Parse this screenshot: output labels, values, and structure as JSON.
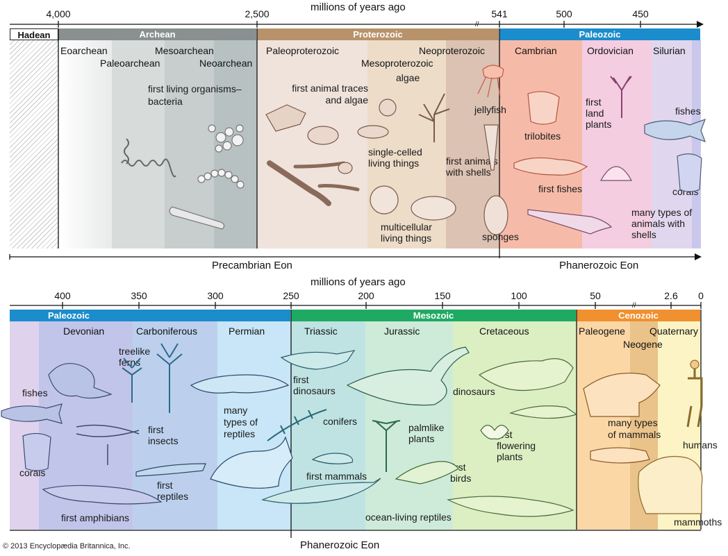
{
  "colors": {
    "hadean": "#ffffff",
    "archean": "#8a8f8f",
    "proterozoic": "#b8926a",
    "paleozoic": "#1b8ccc",
    "mesozoic": "#1faa63",
    "cenozoic": "#f0902e",
    "eoarchean": "#f0f0f0",
    "paleoarchean": "#d7dcdb",
    "mesoarchean": "#c7cecd",
    "neoarchean": "#b8c1c1",
    "paleoproterozoic": "#efe3dc",
    "mesoproterozoic": "#ecdcc8",
    "neoproterozoic": "#dcc2b2",
    "cambrian": "#f6bba8",
    "ordovician": "#f4cde0",
    "silurian": "#e0d7ee",
    "silurian_edge": "#c9c8ec",
    "devonian_edge": "#dfd2ec",
    "devonian": "#c2c5ea",
    "carboniferous": "#bcd0ee",
    "permian": "#c8e6f7",
    "triassic": "#bfe3e3",
    "jurassic": "#cdebd8",
    "cretaceous": "#dcefc3",
    "paleogene": "#fcd7a6",
    "neogene": "#e9c389",
    "quaternary": "#fcf4c4",
    "art": "#5c6a7a"
  },
  "top": {
    "axis_title": "millions of years ago",
    "ticks": [
      {
        "label": "4,000"
      },
      {
        "label": "2,500"
      },
      {
        "label": "541"
      },
      {
        "label": "500"
      },
      {
        "label": "450"
      }
    ],
    "eons": [
      {
        "label": "Hadean"
      },
      {
        "label": "Archean"
      },
      {
        "label": "Proterozoic"
      },
      {
        "label": "Paleozoic"
      }
    ],
    "eras": {
      "eoarchean": "Eoarchean",
      "paleoarchean": "Paleoarchean",
      "mesoarchean": "Mesoarchean",
      "neoarchean": "Neoarchean",
      "paleoproterozoic": "Paleoproterozoic",
      "mesoproterozoic": "Mesoproterozoic",
      "neoproterozoic": "Neoproterozoic",
      "cambrian": "Cambrian",
      "ordovician": "Ordovician",
      "silurian": "Silurian"
    },
    "life": {
      "bacteria": "first living organisms–bacteria",
      "animal_traces": "first animal traces and algae",
      "algae": "algae",
      "single_celled": "single-celled living things",
      "multicellular": "multicellular living things",
      "jellyfish": "jellyfish",
      "first_shells": "first animals with shells",
      "sponges": "sponges",
      "trilobites": "trilobites",
      "first_fishes": "first fishes",
      "land_plants": "first land plants",
      "fishes": "fishes",
      "corals": "corals",
      "many_shells": "many types of animals with shells"
    },
    "bottom_eons": {
      "precambrian": "Precambrian Eon",
      "phanerozoic": "Phanerozoic  Eon"
    }
  },
  "bottom": {
    "axis_title": "millions of years ago",
    "ticks": [
      {
        "label": "400"
      },
      {
        "label": "350"
      },
      {
        "label": "300"
      },
      {
        "label": "250"
      },
      {
        "label": "200"
      },
      {
        "label": "150"
      },
      {
        "label": "100"
      },
      {
        "label": "50"
      },
      {
        "label": "2.6"
      },
      {
        "label": "0"
      }
    ],
    "eras": [
      {
        "label": "Paleozoic"
      },
      {
        "label": "Mesozoic"
      },
      {
        "label": "Cenozoic"
      }
    ],
    "periods": {
      "devonian": "Devonian",
      "carboniferous": "Carboniferous",
      "permian": "Permian",
      "triassic": "Triassic",
      "jurassic": "Jurassic",
      "cretaceous": "Cretaceous",
      "paleogene": "Paleogene",
      "neogene": "Neogene",
      "quaternary": "Quaternary"
    },
    "life": {
      "fishes": "fishes",
      "corals": "corals",
      "first_amphibians": "first amphibians",
      "treelike_ferns": "treelike ferns",
      "first_insects": "first insects",
      "first_reptiles": "first reptiles",
      "many_reptiles": "many types of reptiles",
      "first_dinosaurs": "first dinosaurs",
      "conifers": "conifers",
      "first_mammals": "first mammals",
      "palmlike": "palmlike plants",
      "first_birds": "first birds",
      "dinosaurs": "dinosaurs",
      "flowering": "first flowering plants",
      "ocean_reptiles": "ocean-living reptiles",
      "many_mammals": "many types of mammals",
      "humans": "humans",
      "mammoths": "mammoths"
    },
    "eon_label": "Phanerozoic  Eon"
  },
  "copyright": "© 2013 Encyclopædia Britannica, Inc."
}
